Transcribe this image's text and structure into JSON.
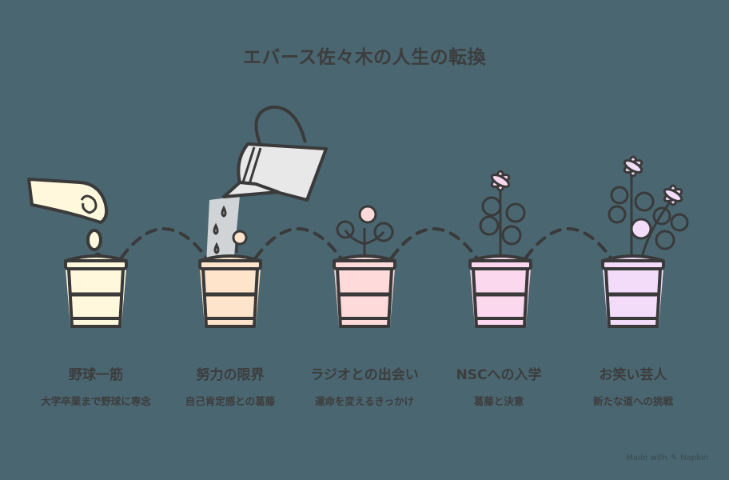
{
  "title": "エバース佐々木の人生の転換",
  "colors": {
    "background": "#4a6670",
    "stroke": "#3a3a3a",
    "pot_1": "#fff8dc",
    "pot_2": "#ffe4cc",
    "pot_3": "#ffdada",
    "pot_4": "#fcd8ee",
    "pot_5": "#f2dcfa",
    "watering_can": "#e8e8e8"
  },
  "steps": [
    {
      "title": "野球一筋",
      "description": "大学卒業まで野球に専念",
      "icon": "hand-planting-seed-icon"
    },
    {
      "title": "努力の限界",
      "description": "自己肯定感との葛藤",
      "icon": "watering-can-sprout-icon"
    },
    {
      "title": "ラジオとの出会い",
      "description": "運命を変えるきっかけ",
      "icon": "seedling-icon"
    },
    {
      "title": "NSCへの入学",
      "description": "葛藤と決意",
      "icon": "flowering-plant-icon"
    },
    {
      "title": "お笑い芸人",
      "description": "新たな道への挑戦",
      "icon": "blooming-plant-icon"
    }
  ],
  "watermark": {
    "prefix": "Made with",
    "brand": "Napkin"
  }
}
